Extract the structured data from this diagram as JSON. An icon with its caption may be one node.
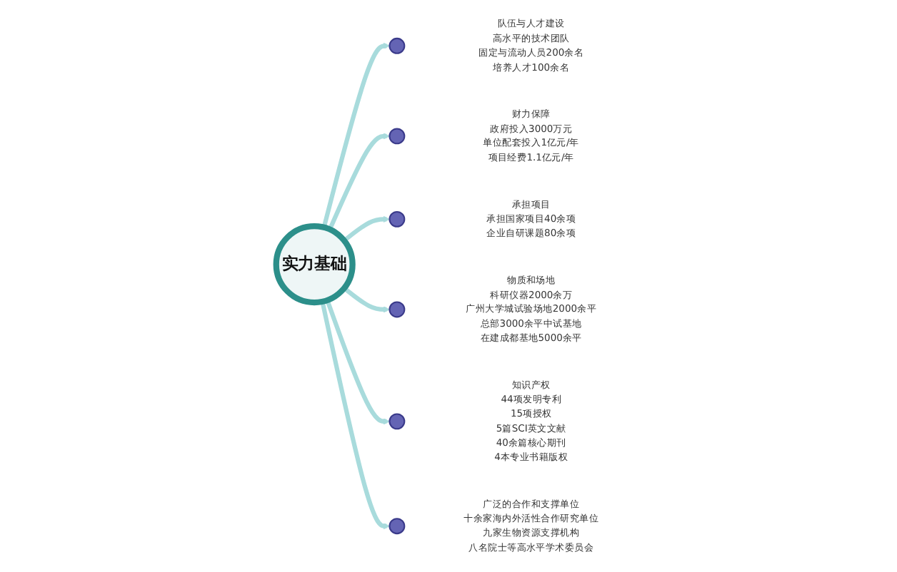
{
  "diagram": {
    "nodes": [
      {
        "text": [
          "实力基础"
        ]
      },
      {
        "text": [],
        "shape": "circle",
        "beside": [
          "队伍与人才建设",
          "高水平的技术团队",
          "固定与流动人员200余名",
          "培养人才100余名"
        ]
      },
      {
        "text": [],
        "shape": "circle",
        "beside": [
          "财力保障",
          "政府投入3000万元",
          "单位配套投入1亿元/年",
          "项目经费1.1亿元/年"
        ]
      },
      {
        "text": [],
        "shape": "circle",
        "beside": [
          "承担项目",
          "承担国家项目40余项",
          "企业自研课题80余项"
        ]
      },
      {
        "text": [],
        "shape": "circle",
        "beside": [
          "物质和场地",
          "科研仪器2000余万",
          "广州大学城试验场地2000余平",
          "总部3000余平中试基地",
          "在建成都基地5000余平"
        ]
      },
      {
        "text": [],
        "shape": "circle",
        "beside": [
          "知识产权",
          "44项发明专利",
          "15项授权",
          "5篇SCI英文文献",
          "40余篇核心期刊",
          "4本专业书籍版权"
        ]
      },
      {
        "text": [],
        "shape": "circle",
        "beside": [
          "广泛的合作和支撑单位",
          "十余家海内外活性合作研究单位",
          "九家生物资源支撑机构",
          "八名院士等高水平学术委员会"
        ]
      }
    ],
    "edges": [
      {
        "from": 0,
        "to": 1,
        "arrow": "to"
      },
      {
        "from": 0,
        "to": 2,
        "arrow": "to"
      },
      {
        "from": 0,
        "to": 3,
        "arrow": "to"
      },
      {
        "from": 0,
        "to": 4,
        "arrow": "to"
      },
      {
        "from": 0,
        "to": 5,
        "arrow": "to"
      },
      {
        "from": 0,
        "to": 6,
        "arrow": "to"
      }
    ]
  }
}
